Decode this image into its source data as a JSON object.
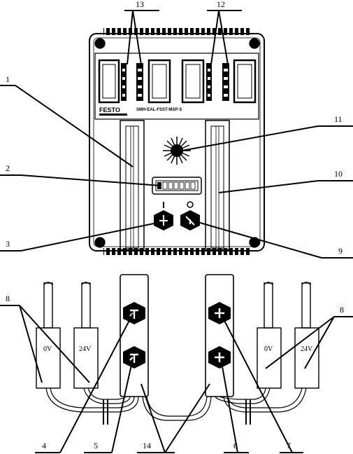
{
  "callouts": {
    "c1": "1",
    "c2": "2",
    "c3": "3",
    "c4": "4",
    "c5": "5",
    "c6": "6",
    "c7": "7",
    "c8_left": "8",
    "c8_right": "8",
    "c9": "9",
    "c10": "10",
    "c11": "11",
    "c12": "12",
    "c13": "13",
    "c14": "14"
  },
  "supplies": {
    "left_0v": "0V",
    "left_24v": "24V",
    "right_0v": "0V",
    "right_24v": "24V"
  },
  "module": {
    "brand_mark": "FESTO",
    "part_code": "SMH-EAL-FSST-MSP-S"
  }
}
